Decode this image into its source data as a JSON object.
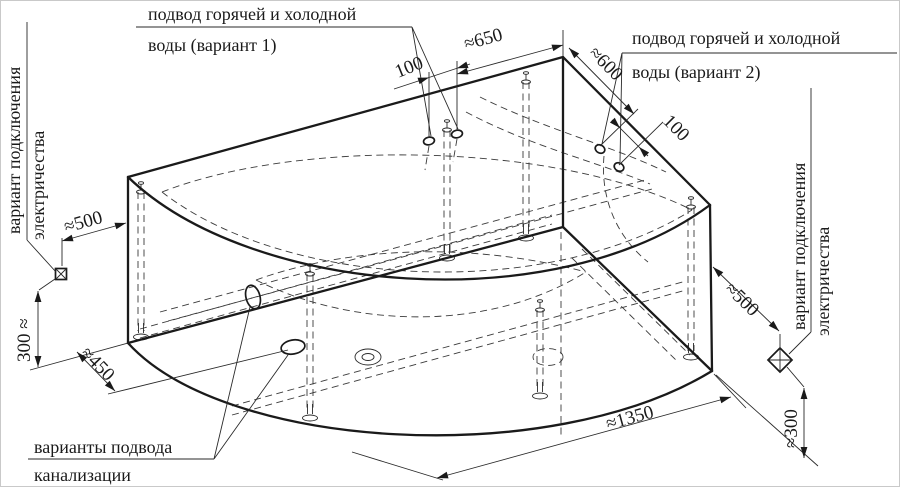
{
  "diagram": {
    "name": "bathtub-installation-scheme",
    "background": "#ffffff",
    "line_color": "#1a1a1a",
    "labels": {
      "water_variant1_line1": "подвод горячей и холодной",
      "water_variant1_line2": "воды (вариант 1)",
      "water_variant2_line1": "подвод горячей и холодной",
      "water_variant2_line2": "воды (вариант 2)",
      "electric_left_line1": "вариант подключения",
      "electric_left_line2": "электричества",
      "electric_right_line1": "вариант подключения",
      "electric_right_line2": "электричества",
      "drain_line1": "варианты подвода",
      "drain_line2": "канализации"
    },
    "dimensions": {
      "top_left_edge": "≈650",
      "top_right_edge": "≈600",
      "variant1_offset": "100",
      "variant2_offset": "100",
      "electric_left_offset": "≈500",
      "electric_right_offset": "≈500",
      "electric_left_height": "300 ≈",
      "electric_right_height": "≈300",
      "drain_offset": "≈450",
      "front_width": "≈1350"
    }
  }
}
